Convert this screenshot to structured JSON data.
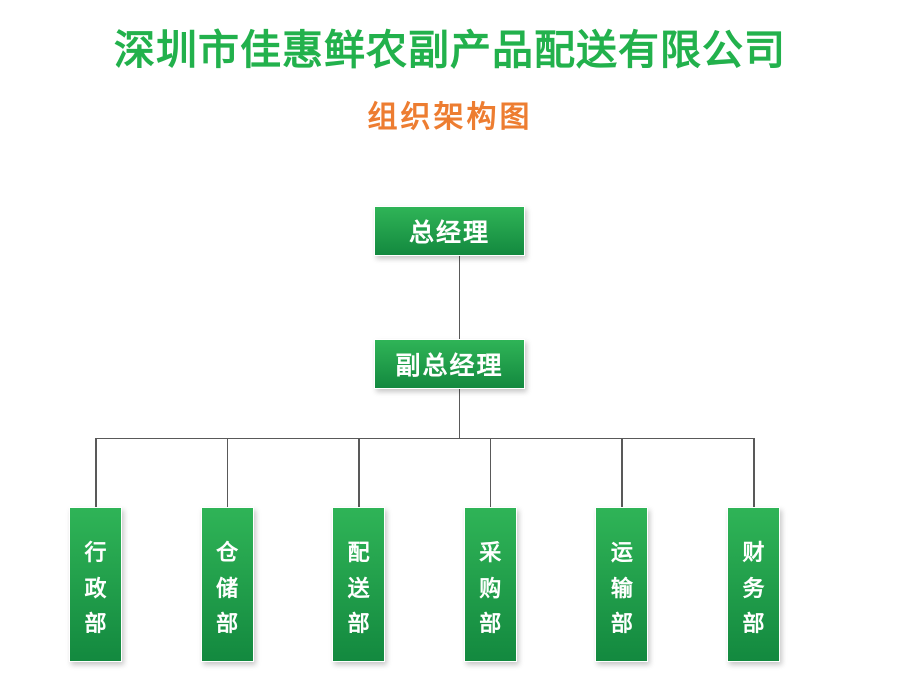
{
  "header": {
    "company_title": "深圳市佳惠鲜农副产品配送有限公司",
    "chart_subtitle": "组织架构图",
    "title_color": "#22b14c",
    "subtitle_color": "#ed7d31"
  },
  "theme": {
    "node_fill_top": "#2fb457",
    "node_fill_bottom": "#13893f",
    "node_text_color": "#ffffff",
    "connector_color": "#595959",
    "background": "#ffffff"
  },
  "chart_data": {
    "type": "org-chart",
    "title": "深圳市佳惠鲜农副产品配送有限公司 组织架构图",
    "orientation": "top-down",
    "levels": 3,
    "nodes": [
      {
        "id": "gm",
        "label": "总经理",
        "level": 0,
        "parent": null
      },
      {
        "id": "dgm",
        "label": "副总经理",
        "level": 1,
        "parent": "gm"
      },
      {
        "id": "d1",
        "label": "行政部",
        "level": 2,
        "parent": "dgm"
      },
      {
        "id": "d2",
        "label": "仓储部",
        "level": 2,
        "parent": "dgm"
      },
      {
        "id": "d3",
        "label": "配送部",
        "level": 2,
        "parent": "dgm"
      },
      {
        "id": "d4",
        "label": "采购部",
        "level": 2,
        "parent": "dgm"
      },
      {
        "id": "d5",
        "label": "运输部",
        "level": 2,
        "parent": "dgm"
      },
      {
        "id": "d6",
        "label": "财务部",
        "level": 2,
        "parent": "dgm"
      }
    ],
    "edges": [
      {
        "from": "gm",
        "to": "dgm"
      },
      {
        "from": "dgm",
        "to": "d1"
      },
      {
        "from": "dgm",
        "to": "d2"
      },
      {
        "from": "dgm",
        "to": "d3"
      },
      {
        "from": "dgm",
        "to": "d4"
      },
      {
        "from": "dgm",
        "to": "d5"
      },
      {
        "from": "dgm",
        "to": "d6"
      }
    ]
  },
  "nodes": {
    "general_manager": {
      "label": "总经理"
    },
    "deputy_general_manager": {
      "label": "副总经理"
    },
    "departments": [
      {
        "label": "行政部",
        "chars": [
          "行",
          "政",
          "部"
        ]
      },
      {
        "label": "仓储部",
        "chars": [
          "仓",
          "储",
          "部"
        ]
      },
      {
        "label": "配送部",
        "chars": [
          "配",
          "送",
          "部"
        ]
      },
      {
        "label": "采购部",
        "chars": [
          "采",
          "购",
          "部"
        ]
      },
      {
        "label": "运输部",
        "chars": [
          "运",
          "输",
          "部"
        ]
      },
      {
        "label": "财务部",
        "chars": [
          "财",
          "务",
          "部"
        ]
      }
    ]
  }
}
